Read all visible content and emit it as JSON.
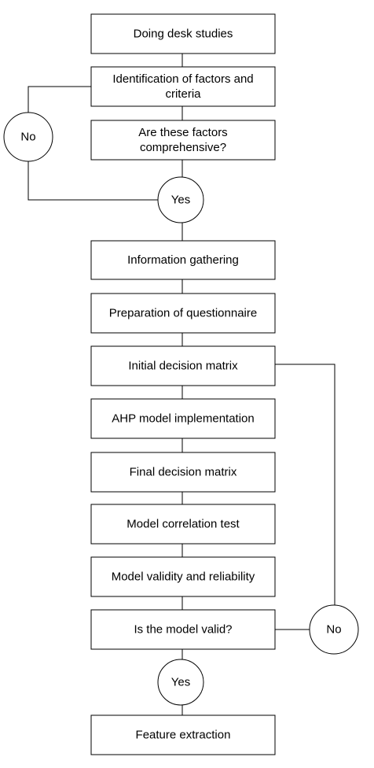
{
  "flowchart": {
    "boxes": [
      {
        "id": "desk-studies",
        "lines": [
          "Doing desk studies"
        ]
      },
      {
        "id": "identification",
        "lines": [
          "Identification of factors and",
          "criteria"
        ]
      },
      {
        "id": "comprehensive-question",
        "lines": [
          "Are these factors",
          "comprehensive?"
        ]
      },
      {
        "id": "information-gathering",
        "lines": [
          "Information gathering"
        ]
      },
      {
        "id": "questionnaire",
        "lines": [
          "Preparation of questionnaire"
        ]
      },
      {
        "id": "initial-matrix",
        "lines": [
          "Initial decision matrix"
        ]
      },
      {
        "id": "ahp-model",
        "lines": [
          "AHP model implementation"
        ]
      },
      {
        "id": "final-matrix",
        "lines": [
          "Final decision matrix"
        ]
      },
      {
        "id": "correlation-test",
        "lines": [
          "Model correlation test"
        ]
      },
      {
        "id": "validity-reliability",
        "lines": [
          "Model validity and reliability"
        ]
      },
      {
        "id": "valid-question",
        "lines": [
          "Is the model valid?"
        ]
      },
      {
        "id": "feature-extraction",
        "lines": [
          "Feature extraction"
        ]
      }
    ],
    "decisions": [
      {
        "id": "no-1",
        "label": "No"
      },
      {
        "id": "yes-1",
        "label": "Yes"
      },
      {
        "id": "no-2",
        "label": "No"
      },
      {
        "id": "yes-2",
        "label": "Yes"
      }
    ]
  }
}
